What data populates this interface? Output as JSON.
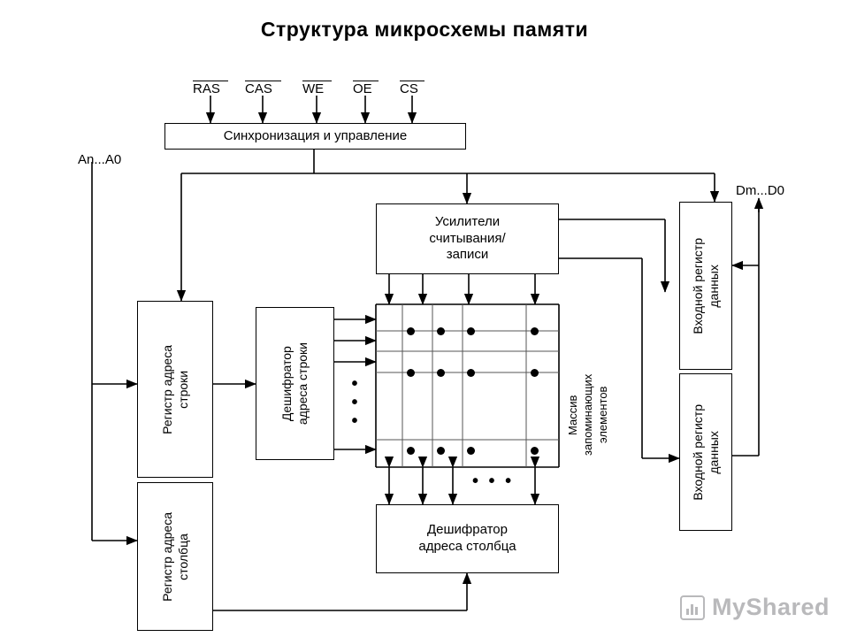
{
  "title": "Структура  микросхемы  памяти",
  "control_signals": [
    {
      "label": "RAS",
      "overline": true
    },
    {
      "label": "CAS",
      "overline": true
    },
    {
      "label": "WE",
      "overline": true
    },
    {
      "label": "OE",
      "overline": true
    },
    {
      "label": "CS",
      "overline": true
    }
  ],
  "blocks": {
    "sync_control": "Синхронизация и управление",
    "amplifiers": "Усилители\nсчитывания/\nзаписи",
    "row_address_register": "Регистр адреса\nстроки",
    "column_address_register": "Регистр адреса\nстолбца",
    "row_decoder": "Дешифратор\nадреса строки",
    "column_decoder": "Дешифратор\nадреса столбца",
    "data_register_top": "Входной регистр\nданных",
    "data_register_bottom": "Входной регистр\nданных"
  },
  "labels": {
    "address_bus": "An...A0",
    "data_bus": "Dm...D0",
    "memory_array": "Массив\nзапоминающих\nэлементов",
    "vertical_ellipsis": "•\n•\n•",
    "horizontal_ellipsis": "• • •"
  },
  "watermark": {
    "text": "MyShared",
    "icon": "chart-bar-icon"
  },
  "colors": {
    "stroke": "#000000",
    "background": "#ffffff",
    "watermark": "#b9b9bb"
  }
}
